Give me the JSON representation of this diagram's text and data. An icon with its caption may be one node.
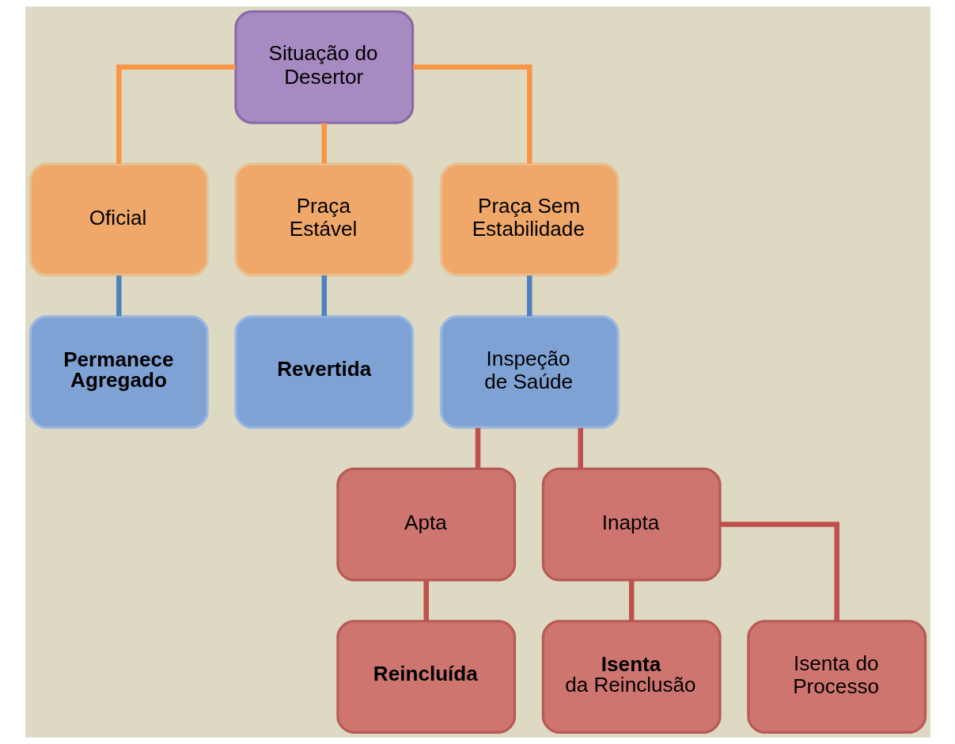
{
  "diagram": {
    "nodes": [
      {
        "text": [
          "Situação do Desertor"
        ]
      },
      {
        "text": [
          "Oficial"
        ]
      },
      {
        "text": [
          "Praça Estável"
        ]
      },
      {
        "text": [
          "Praça Sem Estabilidade"
        ]
      },
      {
        "text": [
          "Permanece Agregado"
        ]
      },
      {
        "text": [
          "Revertida"
        ]
      },
      {
        "text": [
          "Inspeção de Saúde"
        ]
      },
      {
        "text": [
          "Apta"
        ]
      },
      {
        "text": [
          "Inapta"
        ]
      },
      {
        "text": [
          "Reincluída"
        ]
      },
      {
        "text": [
          "**Isenta** da Reinclusão"
        ]
      },
      {
        "text": [
          "Isenta do Processo"
        ]
      }
    ],
    "edges": [
      {
        "from": 0,
        "to": 1,
        "arrow": "none",
        "color": "#f79646"
      },
      {
        "from": 0,
        "to": 2,
        "arrow": "none",
        "color": "#f79646"
      },
      {
        "from": 0,
        "to": 3,
        "arrow": "none",
        "color": "#f79646"
      },
      {
        "from": 1,
        "to": 4,
        "arrow": "none",
        "color": "#4f81bd"
      },
      {
        "from": 2,
        "to": 5,
        "arrow": "none",
        "color": "#4f81bd"
      },
      {
        "from": 3,
        "to": 6,
        "arrow": "none",
        "color": "#4f81bd"
      },
      {
        "from": 6,
        "to": 7,
        "arrow": "none"
      },
      {
        "from": 6,
        "to": 8,
        "arrow": "none"
      },
      {
        "from": 7,
        "to": 9,
        "arrow": "none"
      },
      {
        "from": 8,
        "to": 10,
        "arrow": "none"
      },
      {
        "from": 8,
        "to": 11,
        "arrow": "none"
      }
    ]
  }
}
